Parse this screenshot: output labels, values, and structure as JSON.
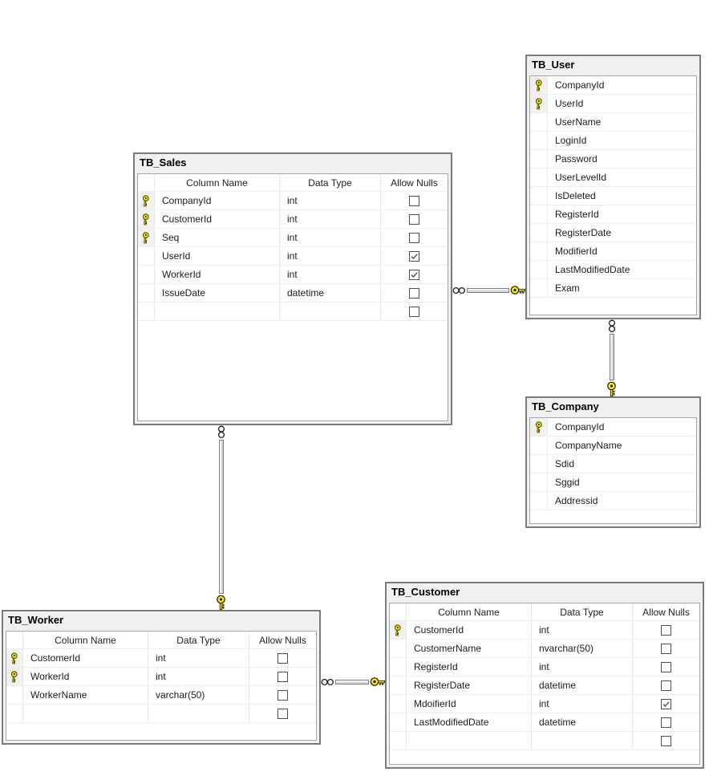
{
  "diagram": {
    "tables": [
      {
        "name": "TB_Sales",
        "view": "standard",
        "headers": [
          "Column Name",
          "Data Type",
          "Allow Nulls"
        ],
        "rows": [
          {
            "name": "CompanyId",
            "type": "int",
            "allow_nulls": false,
            "key": true
          },
          {
            "name": "CustomerId",
            "type": "int",
            "allow_nulls": false,
            "key": true
          },
          {
            "name": "Seq",
            "type": "int",
            "allow_nulls": false,
            "key": true
          },
          {
            "name": "UserId",
            "type": "int",
            "allow_nulls": true,
            "key": false
          },
          {
            "name": "WorkerId",
            "type": "int",
            "allow_nulls": true,
            "key": false
          },
          {
            "name": "IssueDate",
            "type": "datetime",
            "allow_nulls": false,
            "key": false
          },
          {
            "name": "",
            "type": "",
            "allow_nulls": false,
            "key": false
          }
        ]
      },
      {
        "name": "TB_User",
        "view": "column_names",
        "rows": [
          {
            "name": "CompanyId",
            "key": true
          },
          {
            "name": "UserId",
            "key": true
          },
          {
            "name": "UserName",
            "key": false
          },
          {
            "name": "LoginId",
            "key": false
          },
          {
            "name": "Password",
            "key": false
          },
          {
            "name": "UserLevelId",
            "key": false
          },
          {
            "name": "IsDeleted",
            "key": false
          },
          {
            "name": "RegisterId",
            "key": false
          },
          {
            "name": "RegisterDate",
            "key": false
          },
          {
            "name": "ModifierId",
            "key": false
          },
          {
            "name": "LastModifiedDate",
            "key": false
          },
          {
            "name": "Exam",
            "key": false
          }
        ]
      },
      {
        "name": "TB_Company",
        "view": "column_names",
        "rows": [
          {
            "name": "CompanyId",
            "key": true
          },
          {
            "name": "CompanyName",
            "key": false
          },
          {
            "name": "Sdid",
            "key": false
          },
          {
            "name": "Sggid",
            "key": false
          },
          {
            "name": "Addressid",
            "key": false
          }
        ]
      },
      {
        "name": "TB_Worker",
        "view": "standard",
        "headers": [
          "Column Name",
          "Data Type",
          "Allow Nulls"
        ],
        "rows": [
          {
            "name": "CustomerId",
            "type": "int",
            "allow_nulls": false,
            "key": true
          },
          {
            "name": "WorkerId",
            "type": "int",
            "allow_nulls": false,
            "key": true
          },
          {
            "name": "WorkerName",
            "type": "varchar(50)",
            "allow_nulls": false,
            "key": false
          },
          {
            "name": "",
            "type": "",
            "allow_nulls": false,
            "key": false
          }
        ]
      },
      {
        "name": "TB_Customer",
        "view": "standard",
        "headers": [
          "Column Name",
          "Data Type",
          "Allow Nulls"
        ],
        "rows": [
          {
            "name": "CustomerId",
            "type": "int",
            "allow_nulls": false,
            "key": true
          },
          {
            "name": "CustomerName",
            "type": "nvarchar(50)",
            "allow_nulls": false,
            "key": false
          },
          {
            "name": "RegisterId",
            "type": "int",
            "allow_nulls": false,
            "key": false
          },
          {
            "name": "RegisterDate",
            "type": "datetime",
            "allow_nulls": false,
            "key": false
          },
          {
            "name": "MdoifierId",
            "type": "int",
            "allow_nulls": true,
            "key": false
          },
          {
            "name": "LastModifiedDate",
            "type": "datetime",
            "allow_nulls": false,
            "key": false
          },
          {
            "name": "",
            "type": "",
            "allow_nulls": false,
            "key": false
          }
        ]
      }
    ],
    "relationships": [
      {
        "one_side": "TB_User",
        "many_side": "TB_Sales",
        "one_symbol": "key",
        "many_symbol": "infinity"
      },
      {
        "one_side": "TB_Company",
        "many_side": "TB_User",
        "one_symbol": "key",
        "many_symbol": "infinity"
      },
      {
        "one_side": "TB_Worker",
        "many_side": "TB_Sales",
        "one_symbol": "key",
        "many_symbol": "infinity"
      },
      {
        "one_side": "TB_Customer",
        "many_side": "TB_Worker",
        "one_symbol": "key",
        "many_symbol": "infinity"
      }
    ],
    "icons": {
      "primary_key": "key-icon",
      "many_end": "infinity-icon",
      "checked": "check-mark-icon"
    },
    "colors": {
      "canvas_bg": "#ffffff",
      "table_bg": "#f0f0f0",
      "table_border": "#7b7b7b",
      "grid_border": "#a6a6a6",
      "row_separator": "#ededed",
      "key_yellow": "#ffe81a",
      "check_gray": "#585858"
    }
  }
}
